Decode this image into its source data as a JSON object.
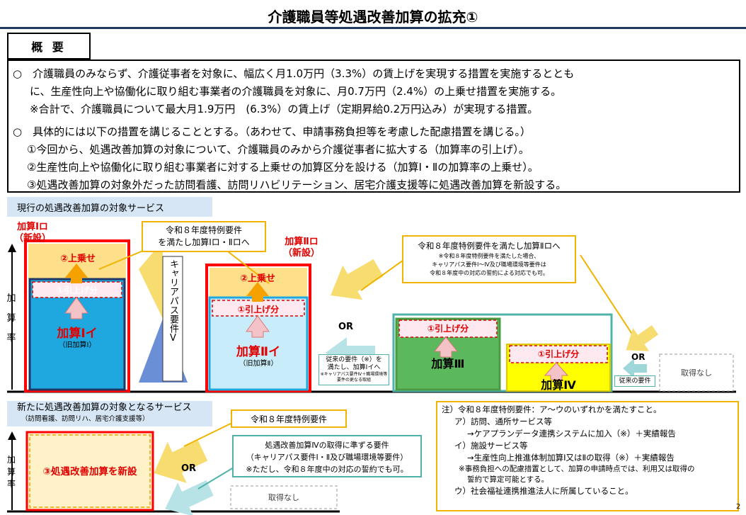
{
  "title": "介護職員等処遇改善加算の拡充①",
  "overview_label": "概 要",
  "summary": [
    "○　介護職員のみならず、介護従事者を対象に、幅広く月1.0万円（3.3%）の賃上げを実現する措置を実施するととも",
    "に、生産性向上や協働化に取り組む事業者の介護職員を対象に、月0.7万円（2.4%）の上乗せ措置を実施する。",
    "※合計で、介護職員について最大月1.9万円　(6.3%）の賃上げ（定期昇給0.2万円込み）が実現する措置。",
    "○　具体的には以下の措置を講じることとする。（あわせて、申請事務負担等を考慮した配慮措置を講じる。）",
    "①今回から、処遇改善加算の対象について、介護職員のみから介護従事者に拡大する（加算率の引上げ）。",
    "②生産性向上や協働化に取り組む事業者に対する上乗せの加算区分を設ける（加算Ⅰ・Ⅱの加算率の上乗せ）。",
    "③処遇改善加算の対象外だった訪問看護、訪問リハビリテーション、居宅介護支援等に処遇改善加算を新設する。"
  ],
  "current": {
    "label": "現行の処遇改善加算の対象サービス",
    "y_axis": [
      "加",
      "算",
      "率"
    ],
    "new_1ro": [
      "加算Ⅰロ",
      "（新設）"
    ],
    "new_2ro": [
      "加算Ⅱロ",
      "（新設）"
    ],
    "callout1": [
      "令和８年度特例要件",
      "を満たし加算Ⅰロ・Ⅱロへ"
    ],
    "callout2_title": "令和８年度特例要件を満たし加算Ⅱロへ",
    "callout2_notes": [
      "※令和８年度特例要件を満たした場合、",
      "キャリアパス要件Ⅰ～Ⅳ及び職場環境等要件は",
      "令和８年度中の対応の誓約による対応でも可。"
    ],
    "uwanose": "②上乗せ",
    "hikiage": "①引上げ分",
    "bar1": "加算Ⅰイ",
    "bar1_sub": "（旧加算Ⅰ）",
    "bar2": "加算Ⅱイ",
    "bar2_sub": "（旧加算Ⅱ）",
    "bar3": "加算Ⅲ",
    "bar4": "加算Ⅳ",
    "career": "キャリアパス要件Ⅴ",
    "or": "OR",
    "old_req_box": [
      "従来の要件（※）を",
      "満たし、加算Ⅰイへ",
      "※キャリアパス要件Ⅳ＋職場環境等要件の更なる取組"
    ],
    "old_req_small": "従来の要件",
    "none": "取得なし",
    "page": "2"
  },
  "new_services": {
    "label": "新たに処遇改善加算の対象となるサービス",
    "sub": "（訪問看護、訪問リハ、居宅介護支援等）",
    "y_axis": [
      "加",
      "算",
      "率"
    ],
    "box": "③処遇改善加算を新設",
    "special": "令和８年度特例要件",
    "req": [
      "処遇改善加算Ⅳの取得に準ずる要件",
      "（キャリアパス要件Ⅰ・Ⅱ及び職場環境等要件）",
      "※ただし、令和８年度中の対応の誓約でも可。"
    ],
    "or": "OR",
    "none": "取得なし"
  },
  "notes": [
    "注）令和８年度特例要件：ア～ウのいずれかを満たすこと。",
    "ア）訪問、通所サービス等",
    "→ケアプランデータ連携システムに加入（※）＋実績報告",
    "イ）施設サービス等",
    "→生産性向上推進体制加算Ⅰ又はⅡの取得（※）＋実績報告",
    "※事務負担への配慮措置として、加算の申請時点では、利用又は取得の",
    "誓約で算定可能とする。",
    "ウ）社会福祉連携推進法人に所属していること。"
  ]
}
